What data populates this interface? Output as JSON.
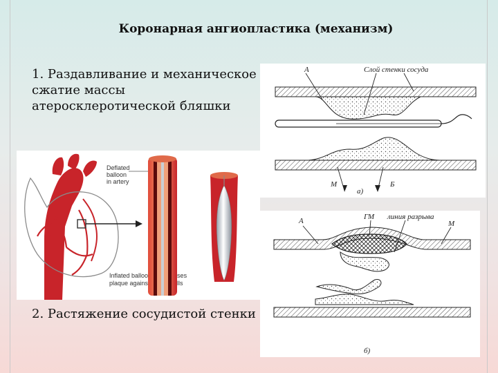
{
  "title": "Коронарная ангиопластика (механизм)",
  "points": [
    "1. Раздавливание и механическое сжатие массы атеросклеротической бляшки",
    "2. Растяжение сосудистой стенки"
  ],
  "heart_figure": {
    "deflated_caption": [
      "Deflated",
      "balloon",
      "in artery"
    ],
    "inflated_caption": [
      "Inflated balloon compresses",
      "plaque against artery walls"
    ]
  },
  "vessel_a": {
    "label_a": "А",
    "label_layer": "Слой стенки сосуда",
    "label_m": "М",
    "label_b": "Б",
    "panel_label": "а)"
  },
  "vessel_b": {
    "label_a": "А",
    "label_gm": "ГМ",
    "label_rupture": "линия разрыва",
    "label_m": "М",
    "panel_label": "б)"
  },
  "colors": {
    "artery_red": "#c8242a",
    "artery_dark": "#7a1010",
    "balloon_silver": "#d9dde2",
    "ink": "#1a1a1a"
  }
}
